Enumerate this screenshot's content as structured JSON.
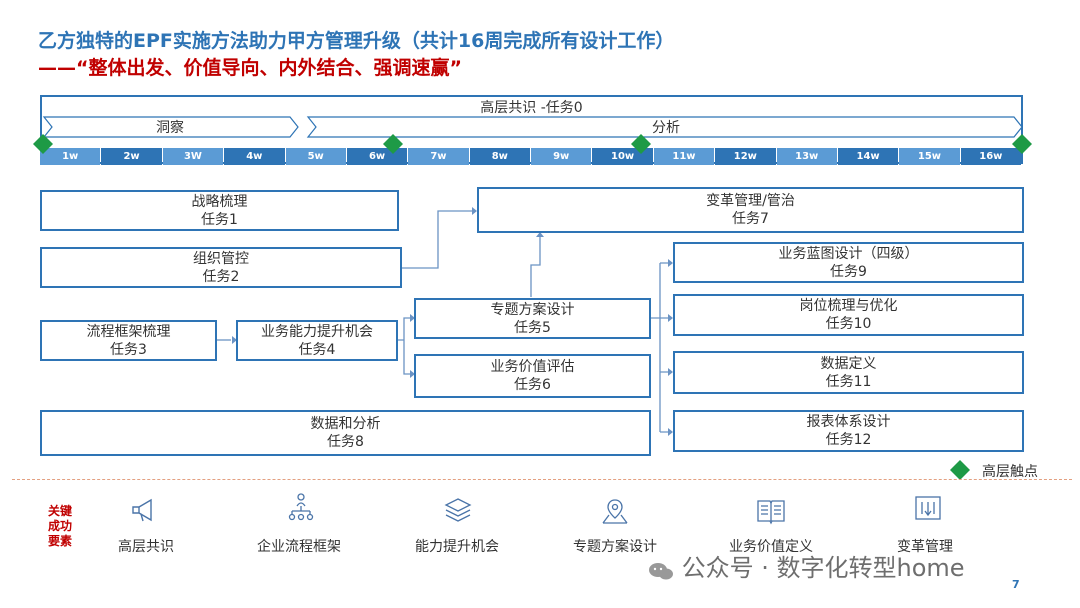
{
  "header": {
    "title": "乙方独特的EPF实施方法助力甲方管理升级（共计16周完成所有设计工作）",
    "subtitle": "——“整体出发、价值导向、内外结合、强调速赢”"
  },
  "timeline": {
    "consensus_label": "高层共识 -任务0",
    "phase_insight": "洞察",
    "phase_analysis": "分析",
    "weeks": [
      "1w",
      "2w",
      "3W",
      "4w",
      "5w",
      "6w",
      "7w",
      "8w",
      "9w",
      "10w",
      "11w",
      "12w",
      "13w",
      "14w",
      "15w",
      "16w"
    ]
  },
  "tasks": {
    "t1": {
      "name": "战略梳理",
      "id": "任务1"
    },
    "t2": {
      "name": "组织管控",
      "id": "任务2"
    },
    "t3": {
      "name": "流程框架梳理",
      "id": "任务3"
    },
    "t4": {
      "name": "业务能力提升机会",
      "id": "任务4"
    },
    "t5": {
      "name": "专题方案设计",
      "id": "任务5"
    },
    "t6": {
      "name": "业务价值评估",
      "id": "任务6"
    },
    "t7": {
      "name": "变革管理/管治",
      "id": "任务7"
    },
    "t8": {
      "name": "数据和分析",
      "id": "任务8"
    },
    "t9": {
      "name": "业务蓝图设计（四级）",
      "id": "任务9"
    },
    "t10": {
      "name": "岗位梳理与优化",
      "id": "任务10"
    },
    "t11": {
      "name": "数据定义",
      "id": "任务11"
    },
    "t12": {
      "name": "报表体系设计",
      "id": "任务12"
    }
  },
  "legend": {
    "touchpoint": "高层触点"
  },
  "ksf": {
    "label": "关键成功要素",
    "label_lines": [
      "关键",
      "成功",
      "要素"
    ],
    "factors": [
      {
        "label": "高层共识",
        "icon": "megaphone-icon"
      },
      {
        "label": "企业流程框架",
        "icon": "org-chart-icon"
      },
      {
        "label": "能力提升机会",
        "icon": "layers-icon"
      },
      {
        "label": "专题方案设计",
        "icon": "map-pin-icon"
      },
      {
        "label": "业务价值定义",
        "icon": "book-icon"
      },
      {
        "label": "变革管理",
        "icon": "chart-icon"
      }
    ]
  },
  "watermark": "公众号 · 数字化转型home",
  "page_number": "7",
  "colors": {
    "blue": "#2e74b5",
    "green": "#1e9a46",
    "red": "#c00000",
    "week_dark": "#2e74b5",
    "week_light": "#5b9bd5"
  }
}
